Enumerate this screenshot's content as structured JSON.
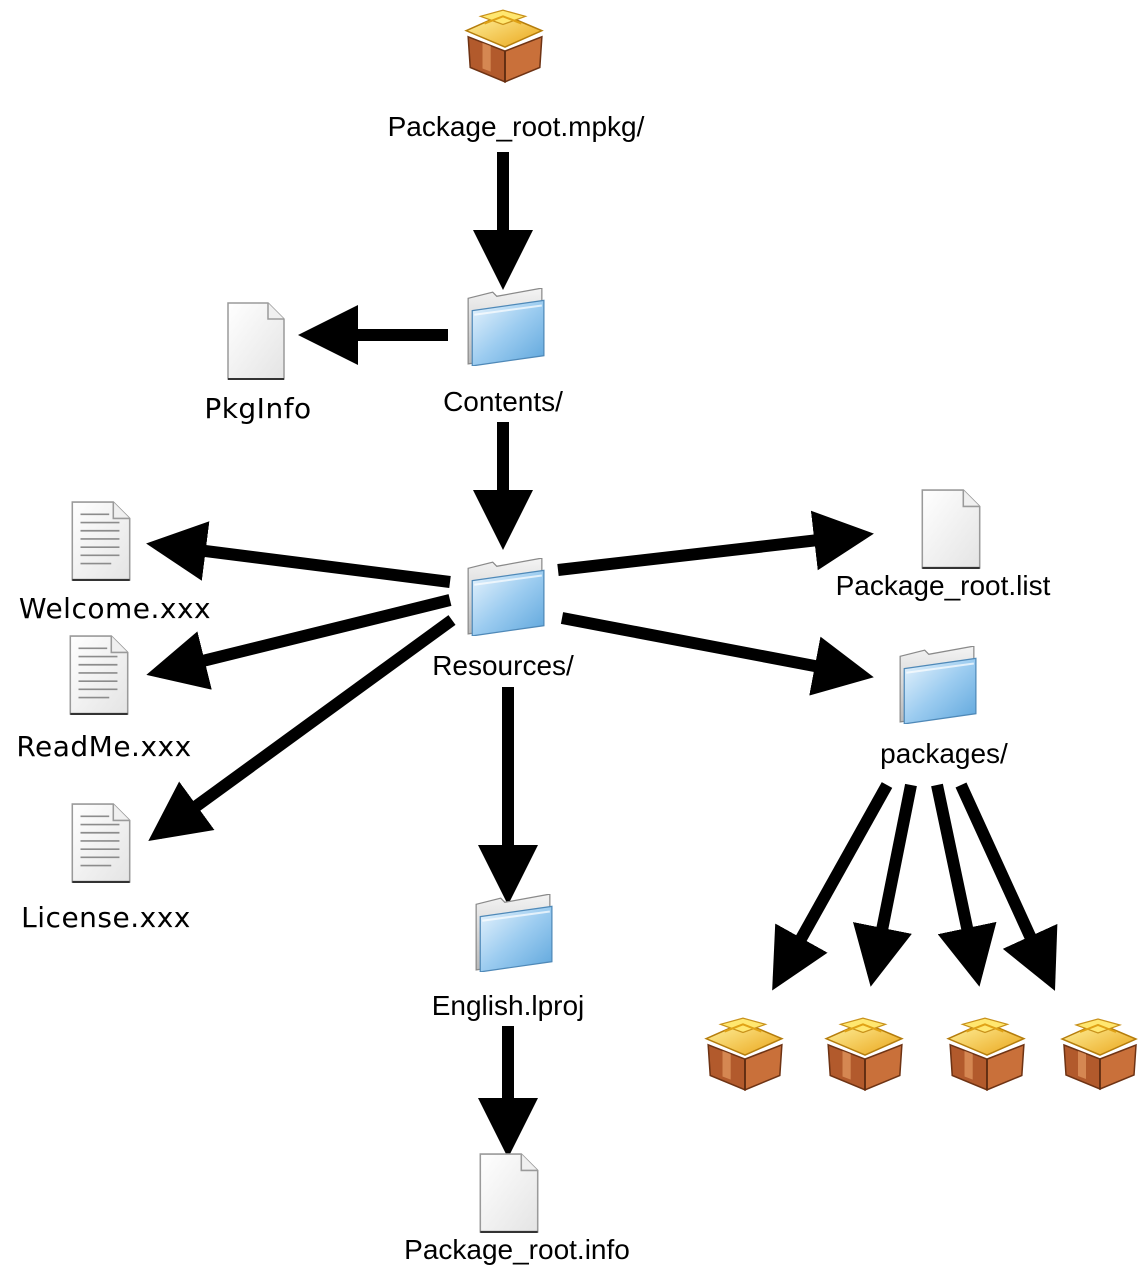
{
  "diagram": {
    "nodes": {
      "root": {
        "label": "Package_root.mpkg/",
        "icon": "package-icon"
      },
      "contents": {
        "label": "Contents/",
        "icon": "folder-icon"
      },
      "pkginfo": {
        "label": "PkgInfo",
        "icon": "blank-file-icon"
      },
      "resources": {
        "label": "Resources/",
        "icon": "folder-icon"
      },
      "welcome": {
        "label": "Welcome.xxx",
        "icon": "text-document-icon"
      },
      "readme": {
        "label": "ReadMe.xxx",
        "icon": "text-document-icon"
      },
      "license": {
        "label": "License.xxx",
        "icon": "text-document-icon"
      },
      "list": {
        "label": "Package_root.list",
        "icon": "blank-file-icon"
      },
      "packages": {
        "label": "packages/",
        "icon": "folder-icon"
      },
      "english": {
        "label": "English.lproj",
        "icon": "folder-icon"
      },
      "info": {
        "label": "Package_root.info",
        "icon": "blank-file-icon"
      },
      "subpackages": {
        "count": 4,
        "icon": "package-icon"
      }
    },
    "edges": [
      {
        "from": "root",
        "to": "contents"
      },
      {
        "from": "contents",
        "to": "pkginfo"
      },
      {
        "from": "contents",
        "to": "resources"
      },
      {
        "from": "resources",
        "to": "welcome"
      },
      {
        "from": "resources",
        "to": "readme"
      },
      {
        "from": "resources",
        "to": "license"
      },
      {
        "from": "resources",
        "to": "list"
      },
      {
        "from": "resources",
        "to": "packages"
      },
      {
        "from": "resources",
        "to": "english"
      },
      {
        "from": "english",
        "to": "info"
      },
      {
        "from": "packages",
        "to": "subpackage-1"
      },
      {
        "from": "packages",
        "to": "subpackage-2"
      },
      {
        "from": "packages",
        "to": "subpackage-3"
      },
      {
        "from": "packages",
        "to": "subpackage-4"
      }
    ],
    "colors": {
      "arrow": "#000000",
      "box_front": "#b25a2c",
      "box_lid": "#f2c02a",
      "folder": "#8fc3ea"
    }
  }
}
